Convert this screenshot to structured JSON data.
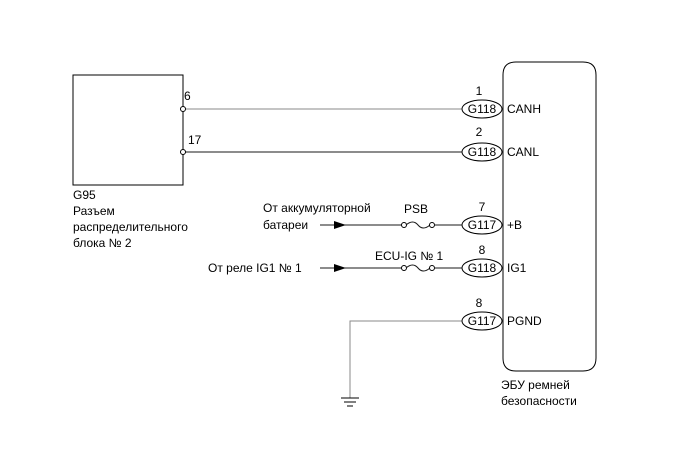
{
  "left_component": {
    "code": "G95",
    "name_lines": [
      "Разъем",
      "распределительного",
      "блока № 2"
    ],
    "pins": [
      "6",
      "17"
    ]
  },
  "ecu": {
    "name_lines": [
      "ЭБУ ремней",
      "безопасности"
    ]
  },
  "connections": [
    {
      "pin": "1",
      "connector": "G118",
      "terminal": "CANH",
      "wire_color": "#8a8a8a"
    },
    {
      "pin": "2",
      "connector": "G118",
      "terminal": "CANL",
      "wire_color": "#1a1a1a"
    },
    {
      "pin": "7",
      "connector": "G117",
      "terminal": "+B",
      "wire_color": "#1a1a1a"
    },
    {
      "pin": "8",
      "connector": "G118",
      "terminal": "IG1",
      "wire_color": "#1a1a1a"
    },
    {
      "pin": "8",
      "connector": "G117",
      "terminal": "PGND",
      "wire_color": "#8a8a8a"
    }
  ],
  "sources": {
    "battery_lines": [
      "От аккумуляторной",
      "батареи"
    ],
    "relay": "От реле IG1 № 1"
  },
  "fuses": {
    "psb": "PSB",
    "ecu_ig": "ECU-IG № 1"
  }
}
